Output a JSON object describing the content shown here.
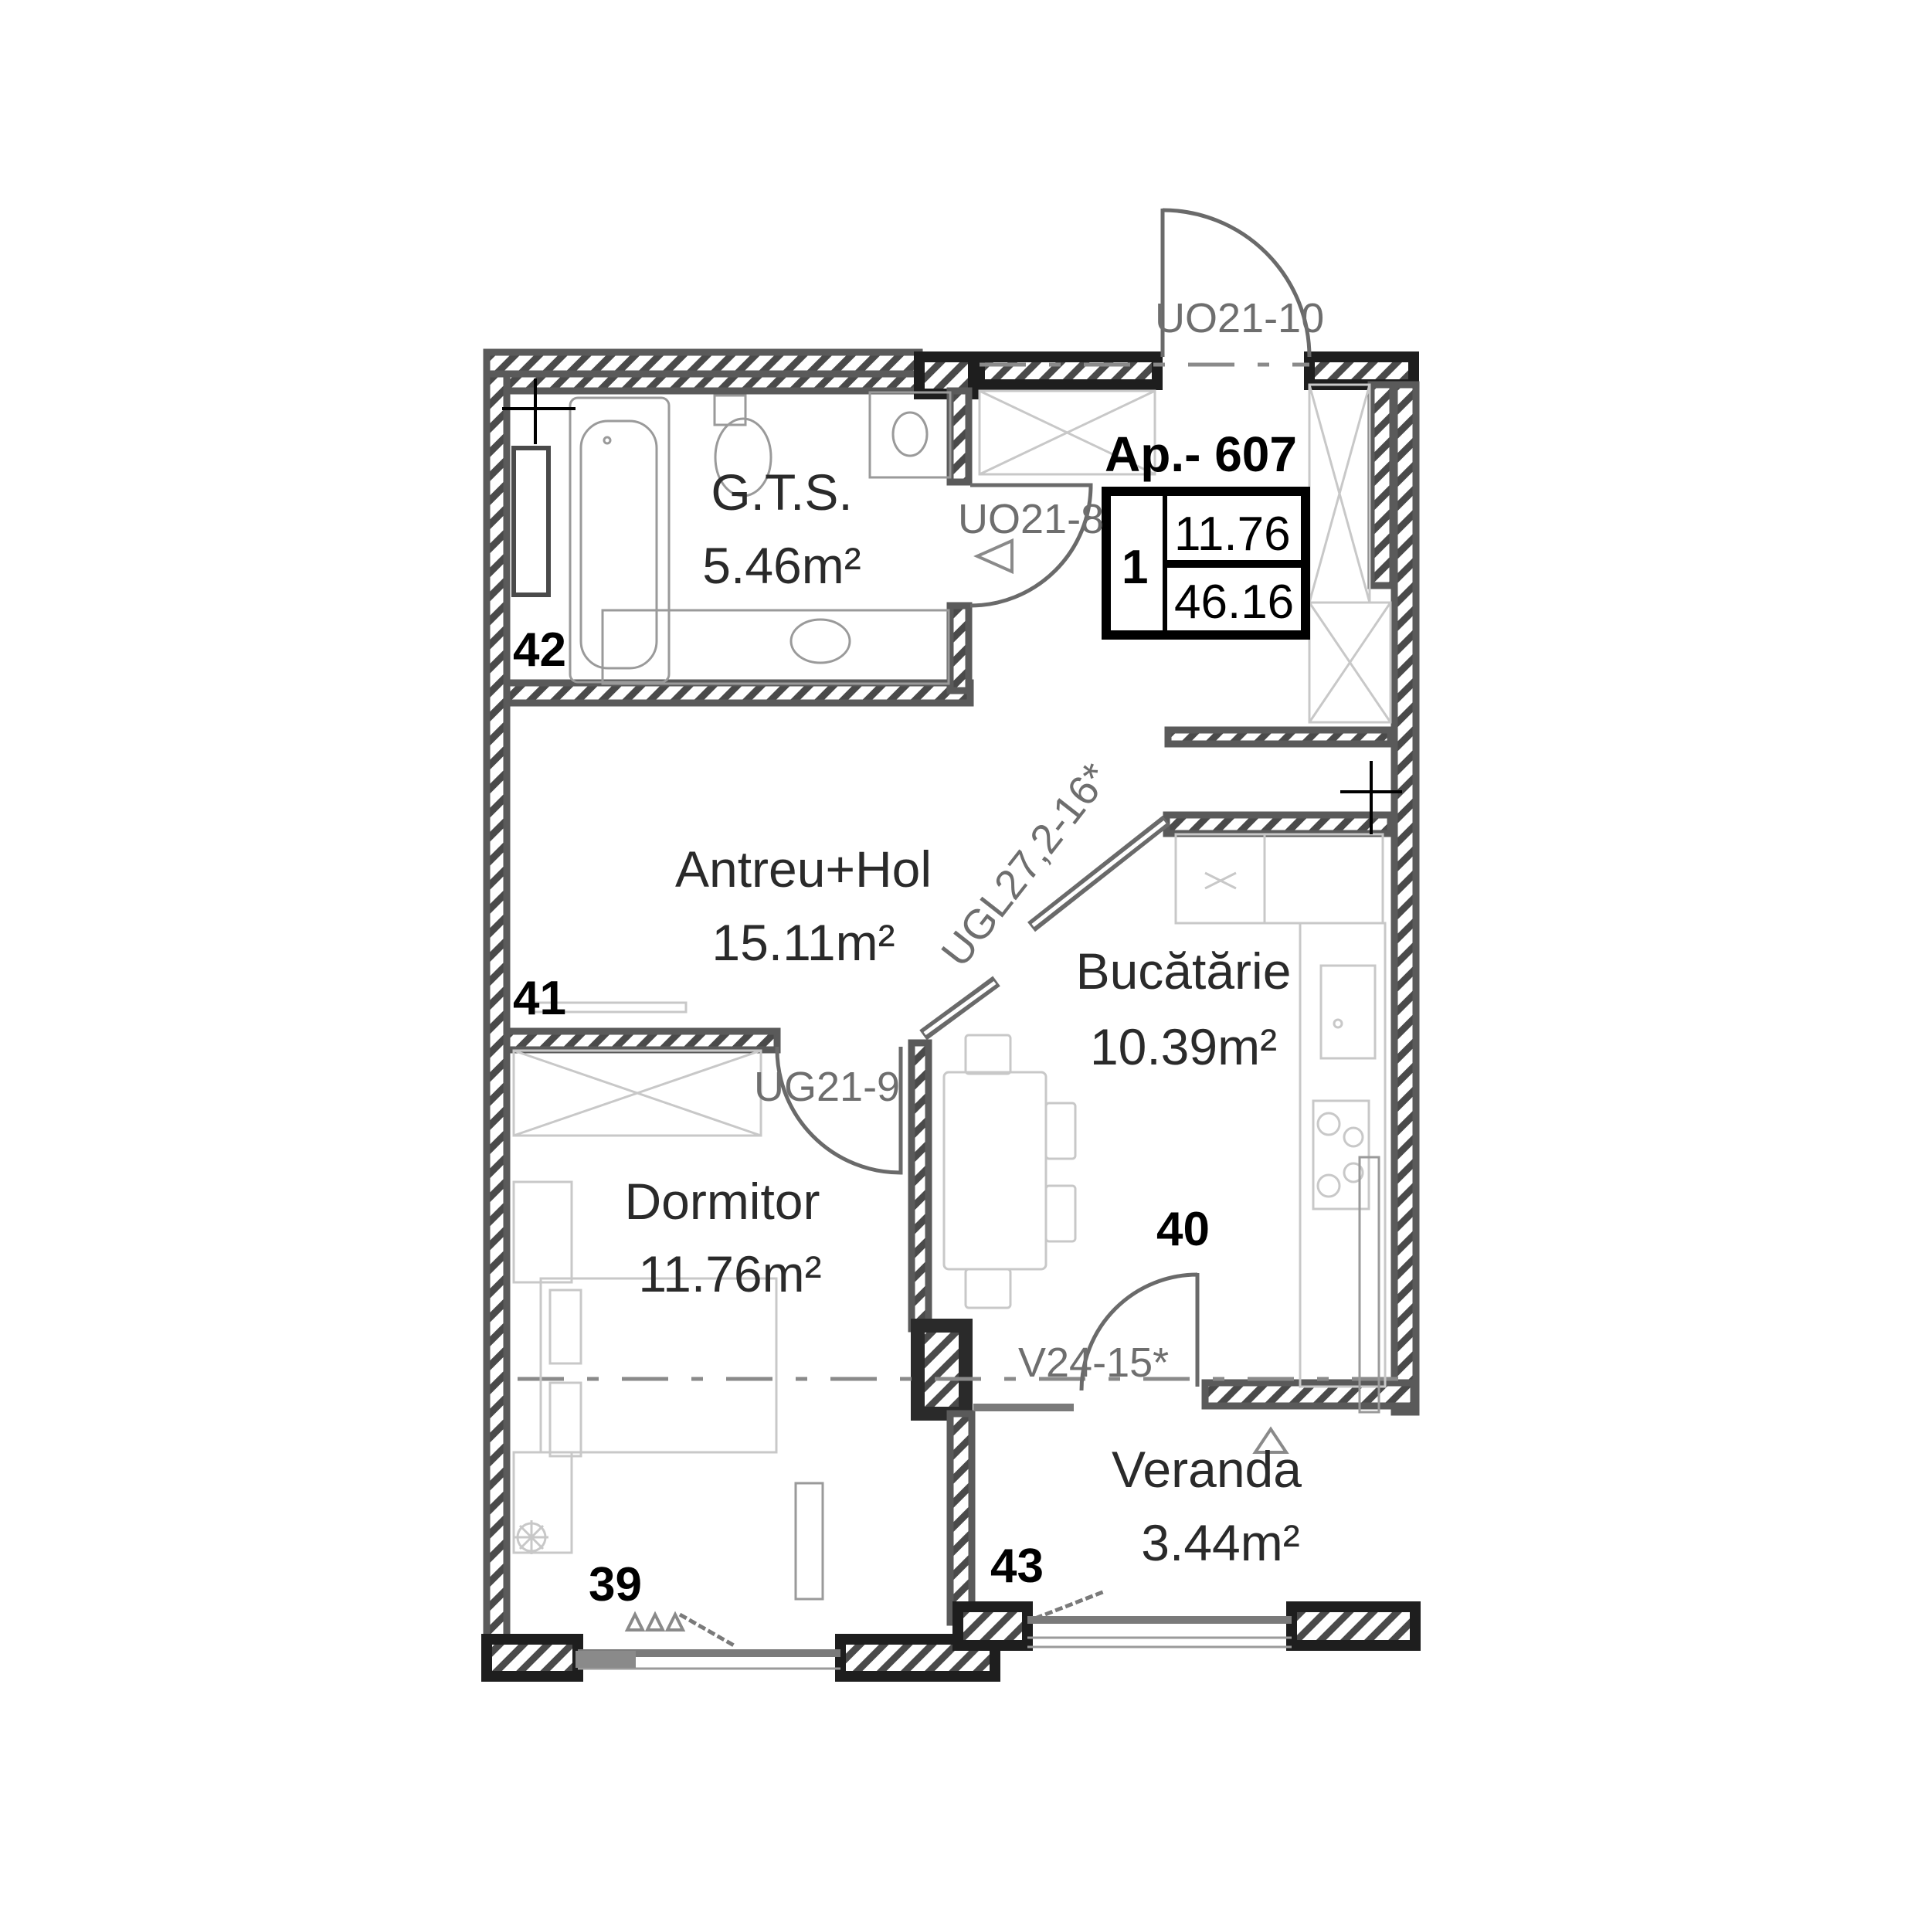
{
  "apartment": {
    "title": "Ap.- 607",
    "rooms_count": "1",
    "living_area": "11.76",
    "total_area": "46.16"
  },
  "rooms": [
    {
      "name": "G.T.S.",
      "area": "5.46m²",
      "number": "42"
    },
    {
      "name": "Antreu+Hol",
      "area": "15.11m²",
      "number": "41"
    },
    {
      "name": "Bucătărie",
      "area": "10.39m²",
      "number": "40"
    },
    {
      "name": "Dormitor",
      "area": "11.76m²",
      "number": "39"
    },
    {
      "name": "Veranda",
      "area": "3.44m²",
      "number": "43"
    }
  ],
  "openings": {
    "entrance_door": "UO21-10",
    "bathroom_door": "UO21-8",
    "kitchen_glass_partition": "UGL27,2-16*",
    "bedroom_door": "UG21-9",
    "balcony_door": "V24-15*"
  },
  "colors": {
    "wall_outline": "#1e1e1e",
    "wall_inner": "#5a5a5a",
    "furniture": "#c8c8c8",
    "text": "#2a2a2a"
  }
}
